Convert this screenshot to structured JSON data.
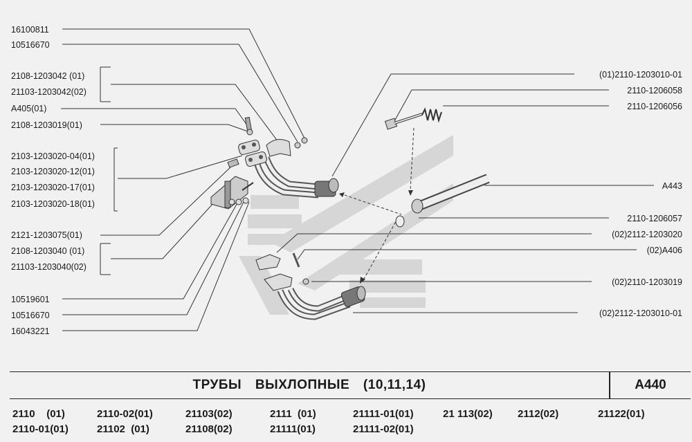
{
  "left_labels": [
    "16100811",
    "10516670",
    "2108-1203042  (01)",
    "21103-1203042(02)",
    "A405(01)",
    "2108-1203019(01)",
    "2103-1203020-04(01)",
    "2103-1203020-12(01)",
    "2103-1203020-17(01)",
    "2103-1203020-18(01)",
    "2121-1203075(01)",
    "2108-1203040  (01)",
    "21103-1203040(02)",
    "10519601",
    "10516670",
    "16043221"
  ],
  "right_labels": [
    "(01)2110-1203010-01",
    "2110-1206058",
    "2110-1206056",
    "A443",
    "2110-1206057",
    "(02)2112-1203020",
    "(02)A406",
    "(02)2110-1203019",
    "(02)2112-1203010-01"
  ],
  "title": "ТРУБЫ   ВЫХЛОПНЫЕ  (10,11,14)",
  "catalog_code": "A440",
  "models": [
    "2110    (01)",
    "2110-01(01)",
    "2110-02(01)",
    "21102  (01)",
    "21103(02)",
    "21108(02)",
    "2111  (01)",
    "21111(01)",
    "21111-01(01)",
    "21111-02(01)",
    "21 113(02)",
    "2112(02)",
    "21122(01)"
  ]
}
